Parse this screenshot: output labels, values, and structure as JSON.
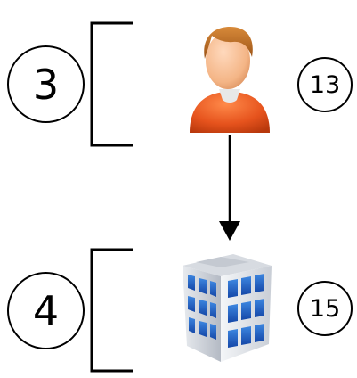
{
  "labels": {
    "person_group": "3",
    "building_group": "4",
    "person_item": "13",
    "building_item": "15"
  },
  "icons": {
    "person": "person-icon",
    "building": "office-building-icon"
  },
  "colors": {
    "stroke": "#000000",
    "person_shirt": "#e0501a",
    "person_hair": "#b8661e",
    "person_skin": "#f2b58a",
    "building_window": "#1f5fbf",
    "building_wall": "#dfe3e8"
  }
}
